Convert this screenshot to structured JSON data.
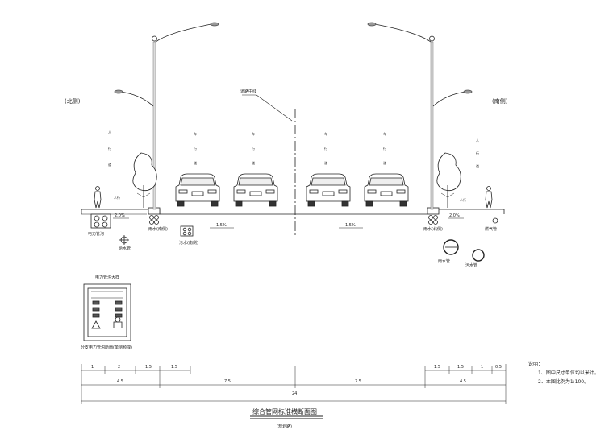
{
  "labels": {
    "left_side": "(北侧)",
    "right_side": "(南侧)",
    "centerline": "道路中线",
    "left_slope": "2.0%",
    "right_slope": "2.0%",
    "left_lane_slope": "1.5%",
    "right_lane_slope": "1.5%",
    "left_walk_tag": "人行",
    "right_walk_tag": "人行",
    "pipes": {
      "power": "电力管沟",
      "water": "给水管",
      "rain_left": "雨水(南侧)",
      "sewer_left": "污水(南侧)",
      "rain_right": "雨水(北侧)",
      "gas": "燃气管",
      "rain_circle": "雨水管",
      "sewer_circle": "污水管"
    },
    "vertical_left": [
      "人",
      "行",
      "道"
    ],
    "vertical_lane": [
      "车",
      "行",
      "道"
    ],
    "vertical_right": [
      "人",
      "行",
      "道"
    ]
  },
  "detail": {
    "title": "电力管沟大样",
    "caption": "分支电力管沟断面(单侧预埋)"
  },
  "dimensions": {
    "top_row": [
      "1",
      "2",
      "1.5",
      "1.5",
      "1.5",
      "1.5",
      "1",
      "0.5"
    ],
    "mid_row": [
      "4.5",
      "7.5",
      "7.5",
      "4.5"
    ],
    "total": "24"
  },
  "title": {
    "main": "综合管网标准横断面图",
    "sub": "(规划路)"
  },
  "notes": {
    "heading": "说明：",
    "items": [
      "1、图中尺寸单位均以米计。",
      "2、本图比例为1:100。"
    ]
  }
}
